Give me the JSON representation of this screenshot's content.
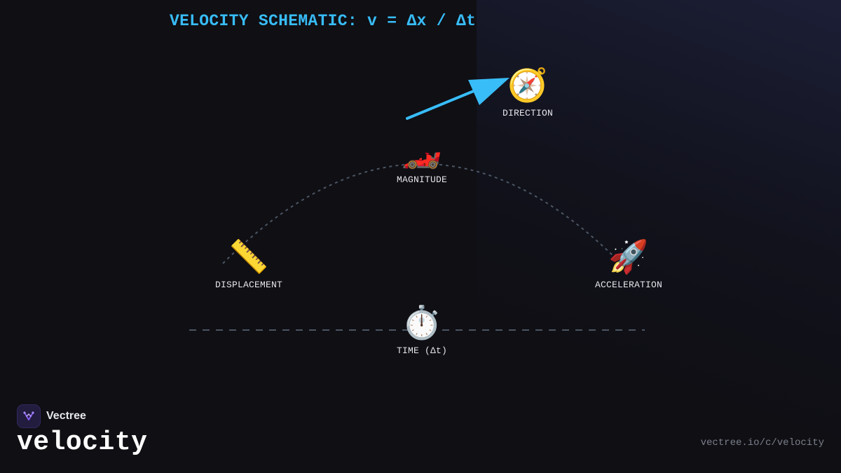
{
  "title": "VELOCITY SCHEMATIC: v = Δx / Δt",
  "nodes": {
    "direction": {
      "label": "DIRECTION",
      "icon": "compass-icon",
      "glyph": "🧭"
    },
    "magnitude": {
      "label": "MAGNITUDE",
      "icon": "race-car-icon",
      "glyph": "🏎️"
    },
    "displacement": {
      "label": "DISPLACEMENT",
      "icon": "ruler-icon",
      "glyph": "📏"
    },
    "acceleration": {
      "label": "ACCELERATION",
      "icon": "rocket-icon",
      "glyph": "🚀"
    },
    "time": {
      "label": "TIME (Δt)",
      "icon": "stopwatch-icon",
      "glyph": "⏱️"
    }
  },
  "colors": {
    "accent": "#38bdf8",
    "arc": "#4b5563",
    "background": "#0f0f14"
  },
  "brand": {
    "name": "Vectree",
    "topic": "velocity",
    "url": "vectree.io/c/velocity"
  }
}
